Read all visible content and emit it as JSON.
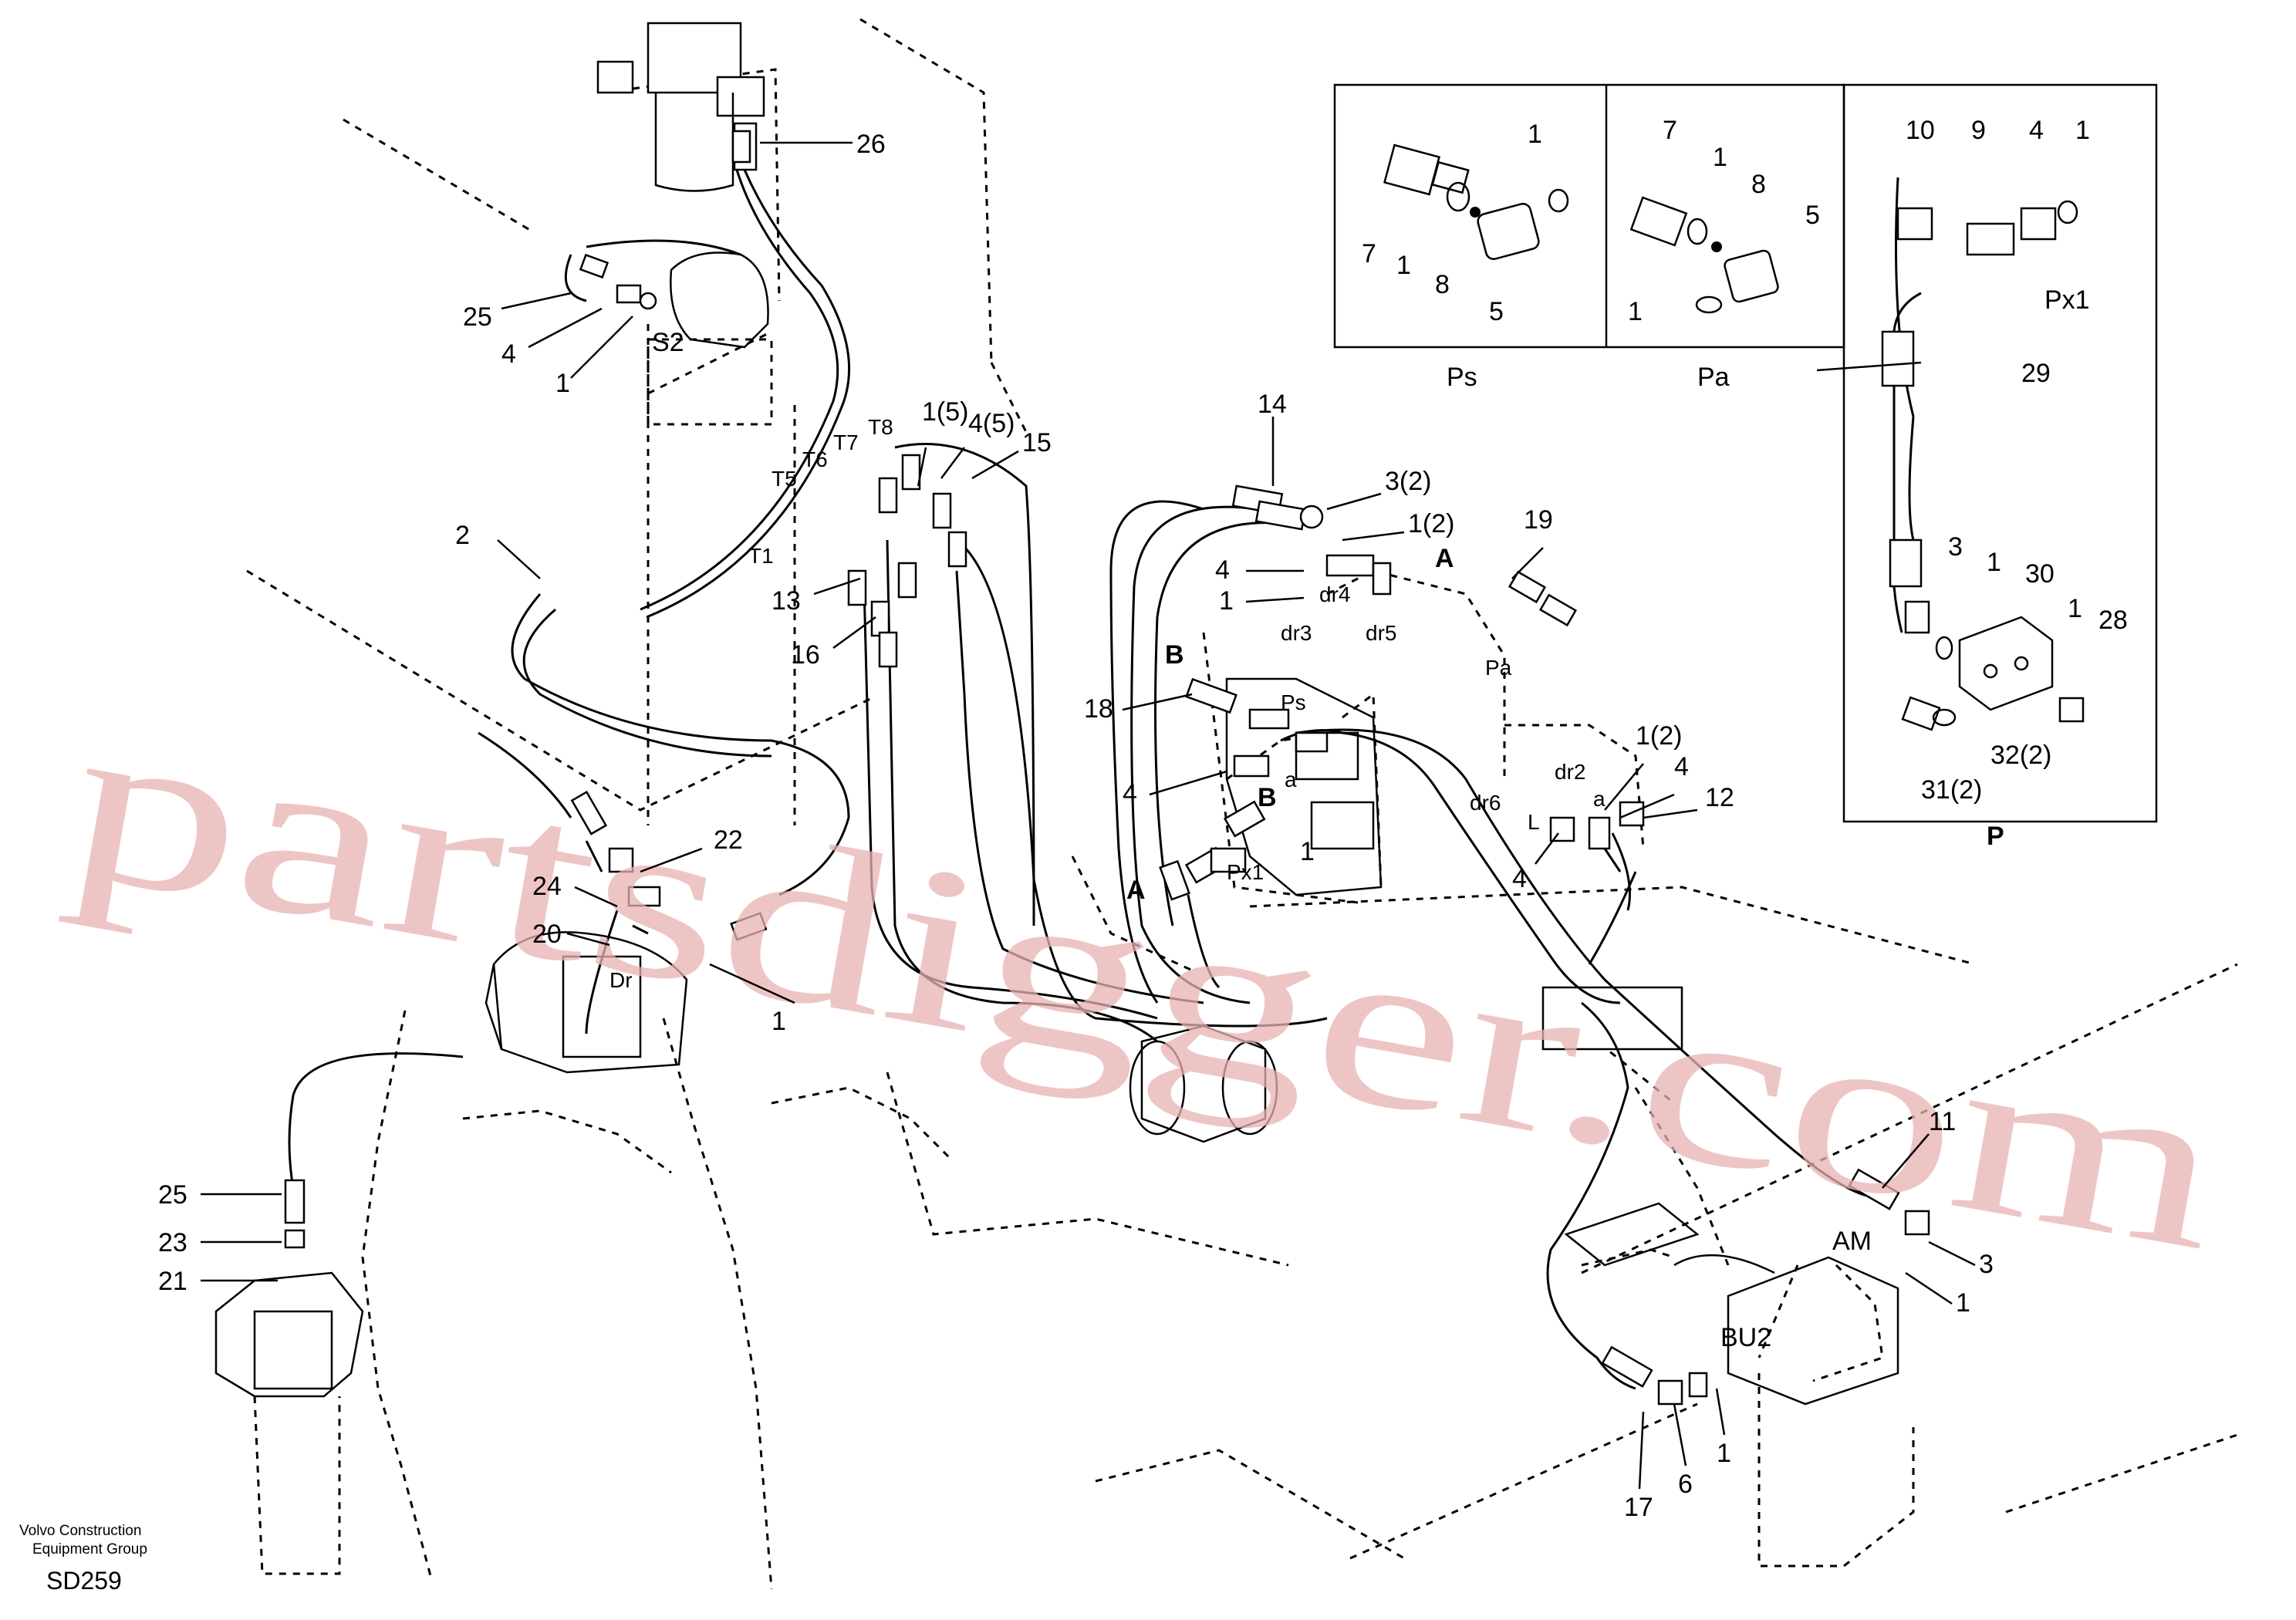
{
  "footer": {
    "company_line1": "Volvo Construction",
    "company_line2": "Equipment Group",
    "code": "SD259"
  },
  "watermark": "partsdigger.com",
  "inset_labels": {
    "ps": "Ps",
    "pa": "Pa",
    "p": "P",
    "px1": "Px1"
  },
  "port_labels": {
    "s2": "S2",
    "dr": "Dr",
    "t1": "T1",
    "t5": "T5",
    "t6": "T6",
    "t7": "T7",
    "t8": "T8",
    "dr2": "dr2",
    "dr3": "dr3",
    "dr4": "dr4",
    "dr5": "dr5",
    "dr6": "dr6",
    "ps": "Ps",
    "pa": "Pa",
    "px1": "Px1",
    "am": "AM",
    "bu2": "BU2",
    "a_top": "A",
    "a_left": "A",
    "b_top": "B",
    "b_mid": "B",
    "a_small": "a",
    "a_small2": "a",
    "l_port": "L"
  },
  "callouts": {
    "c26": "26",
    "c25a": "25",
    "c4a": "4",
    "c1a": "1",
    "c2": "2",
    "c22": "22",
    "c24": "24",
    "c20": "20",
    "c1b": "1",
    "c25b": "25",
    "c23": "23",
    "c21": "21",
    "c15": "15",
    "c1_5": "1(5)",
    "c4_5": "4(5)",
    "c13": "13",
    "c16": "16",
    "c14": "14",
    "c3_2": "3(2)",
    "c1_2a": "1(2)",
    "c4b": "4",
    "c1c": "1",
    "c19": "19",
    "c18": "18",
    "c4c": "4",
    "c1d": "1",
    "c1_2b": "1(2)",
    "c4d": "4",
    "c12": "12",
    "c4e": "4",
    "c11": "11",
    "c3b": "3",
    "c1e": "1",
    "c17": "17",
    "c6": "6",
    "c1f": "1",
    "ps7": "7",
    "ps1a": "1",
    "ps1b": "1",
    "ps8": "8",
    "ps5": "5",
    "pa7": "7",
    "pa1a": "1",
    "pa8": "8",
    "pa5": "5",
    "pa1b": "1",
    "p10": "10",
    "p9": "9",
    "p4": "4",
    "p1a": "1",
    "p29": "29",
    "p3": "3",
    "p1b": "1",
    "p30": "30",
    "p1c": "1",
    "p28": "28",
    "p32": "32(2)",
    "p31": "31(2)"
  }
}
